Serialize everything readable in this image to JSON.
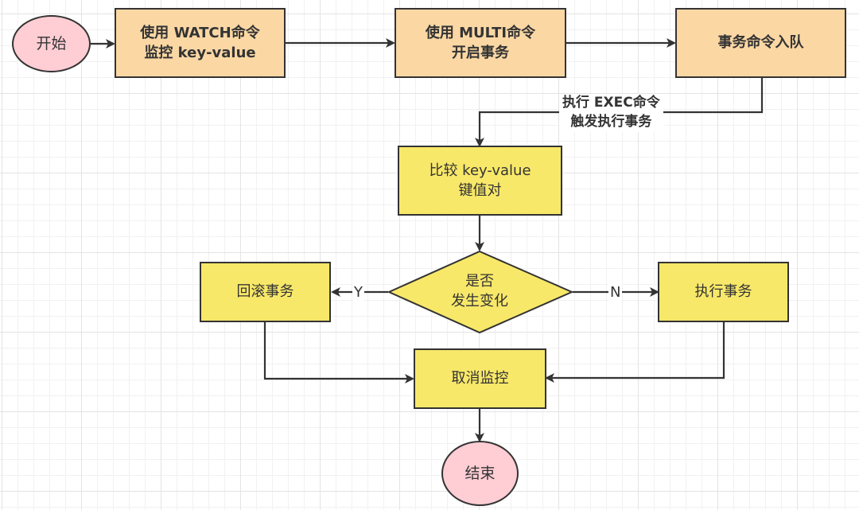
{
  "diagram": {
    "type": "flowchart",
    "colors": {
      "terminal_fill": "#ffcdd4",
      "setup_fill": "#fbd7a4",
      "process_fill": "#f8e869",
      "stroke": "#333333"
    },
    "nodes": {
      "start": {
        "label": "开始",
        "shape": "ellipse"
      },
      "watch": {
        "line1": "使用 WATCH命令",
        "line2": "监控 key-value",
        "shape": "rect"
      },
      "multi": {
        "line1": "使用 MULTI命令",
        "line2": "开启事务",
        "shape": "rect"
      },
      "enqueue": {
        "label": "事务命令入队",
        "shape": "rect"
      },
      "compare": {
        "line1": "比较 key-value",
        "line2": "键值对",
        "shape": "rect"
      },
      "decision": {
        "line1": "是否",
        "line2": "发生变化",
        "shape": "diamond"
      },
      "rollback": {
        "label": "回滚事务",
        "shape": "rect"
      },
      "execute": {
        "label": "执行事务",
        "shape": "rect"
      },
      "unwatch": {
        "label": "取消监控",
        "shape": "rect"
      },
      "end": {
        "label": "结束",
        "shape": "ellipse"
      }
    },
    "edges": {
      "exec_label_line1": "执行 EXEC命令",
      "exec_label_line2": "触发执行事务",
      "yes_label": "Y",
      "no_label": "N"
    },
    "edge_list": [
      {
        "from": "start",
        "to": "watch"
      },
      {
        "from": "watch",
        "to": "multi"
      },
      {
        "from": "multi",
        "to": "enqueue"
      },
      {
        "from": "enqueue",
        "to": "compare",
        "label": "执行 EXEC命令 触发执行事务"
      },
      {
        "from": "compare",
        "to": "decision"
      },
      {
        "from": "decision",
        "to": "rollback",
        "label": "Y"
      },
      {
        "from": "decision",
        "to": "execute",
        "label": "N"
      },
      {
        "from": "rollback",
        "to": "unwatch"
      },
      {
        "from": "execute",
        "to": "unwatch"
      },
      {
        "from": "unwatch",
        "to": "end"
      }
    ]
  }
}
